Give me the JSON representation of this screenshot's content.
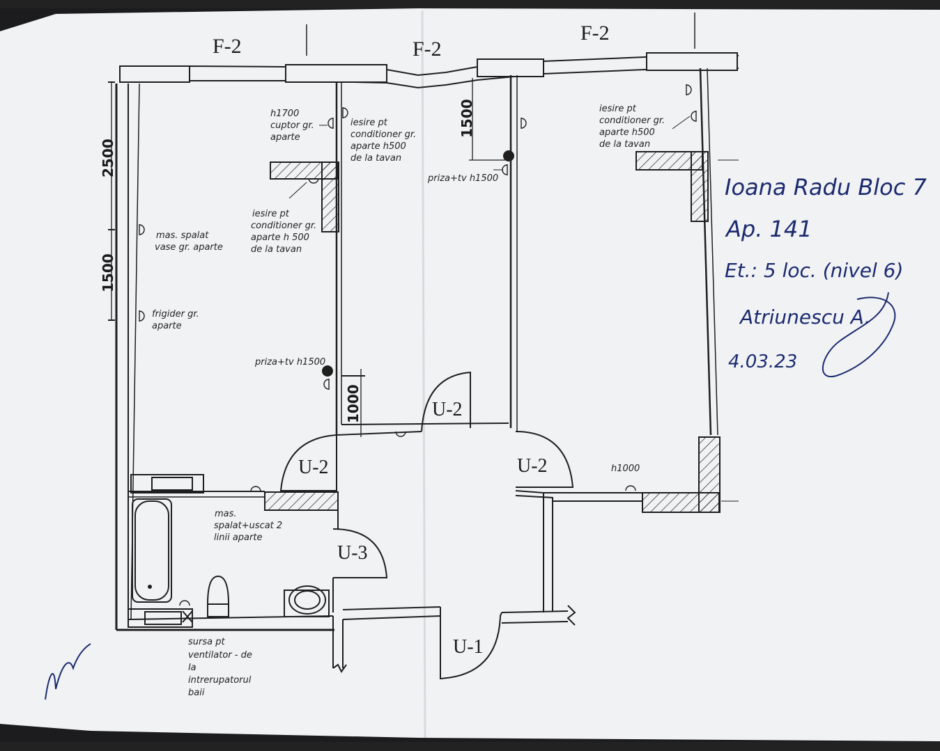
{
  "windows": [
    "F-2",
    "F-2",
    "F-2"
  ],
  "doors": {
    "kitchen_living": "U-2",
    "bedroom": "U-2",
    "middle_room": "U-2",
    "bathroom": "U-3",
    "entrance": "U-1"
  },
  "dimensions": {
    "left_top": "2500",
    "left_bottom": "1500",
    "middle_top": "1500",
    "middle_bottom": "1000"
  },
  "notes": {
    "oven": [
      "h1700",
      "cuptor gr.",
      "aparte"
    ],
    "ac_middle": [
      "iesire pt",
      "conditioner gr.",
      "aparte h500",
      "de la tavan"
    ],
    "ac_left": [
      "iesire pt",
      "conditioner gr.",
      "aparte h 500",
      "de la tavan"
    ],
    "ac_right": [
      "iesire pt",
      "conditioner gr.",
      "aparte h500",
      "de la tavan"
    ],
    "dishwasher": [
      "mas. spalat",
      "vase gr. aparte"
    ],
    "fridge": [
      "frigider gr.",
      "aparte"
    ],
    "tv_left": "priza+tv h1500",
    "tv_middle": "priza+tv h1500",
    "washer": [
      "mas.",
      "spalat+uscat 2",
      "linii aparte"
    ],
    "fan": [
      "sursa pt",
      "ventilator - de",
      "la",
      "intrerupatorul",
      "baii"
    ],
    "h1000": "h1000"
  },
  "handwriting": {
    "line1": "Ioana Radu Bloc 7",
    "line2": "Ap. 141",
    "line3": "Et.: 5 loc. (nivel 6)",
    "signature": "Atriunescu A.",
    "date": "4.03.23"
  },
  "colors": {
    "paper": "#f3f4f6",
    "ink": "#1e1e1e",
    "pen": "#1b2a6e",
    "background": "#1c1c1e"
  }
}
